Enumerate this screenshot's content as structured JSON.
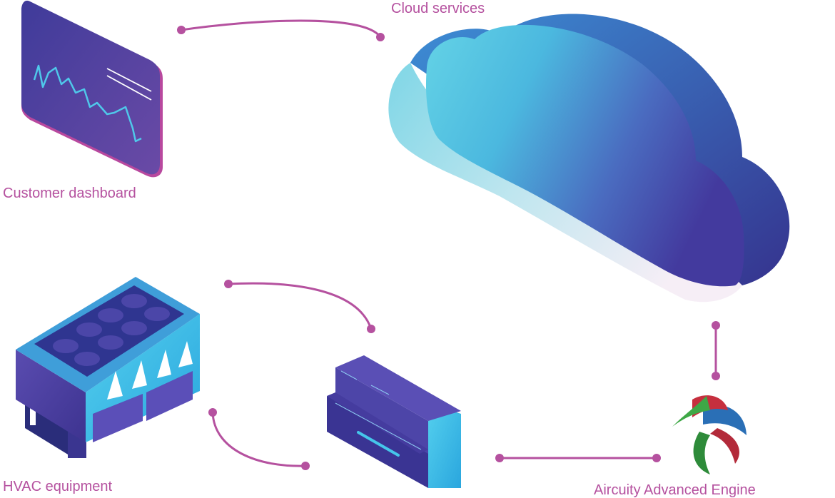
{
  "colors": {
    "accent": "#b5519f",
    "cloud_top": "#3a3fa0",
    "cloud_light": "#4fc3dc",
    "device_dark": "#4a3a9a",
    "device_cyan": "#45c6ea"
  },
  "nodes": {
    "cloud": {
      "label": "Cloud services",
      "icon": "cloud-icon"
    },
    "dashboard": {
      "label": "Customer dashboard",
      "icon": "dashboard-tablet-icon"
    },
    "hvac": {
      "label": "HVAC equipment",
      "icon": "hvac-unit-icon"
    },
    "controller": {
      "label": "",
      "icon": "din-rail-controller-icon"
    },
    "algolia": {
      "label": "Aircuity Advanced Engine",
      "icon": "ribbon-logo-icon"
    }
  },
  "connections": [
    {
      "from": "dashboard",
      "to": "cloud"
    },
    {
      "from": "cloud",
      "to": "algolia"
    },
    {
      "from": "controller",
      "to": "algolia"
    },
    {
      "from": "hvac",
      "to": "controller"
    },
    {
      "from": "hvac",
      "to": "controller"
    }
  ]
}
